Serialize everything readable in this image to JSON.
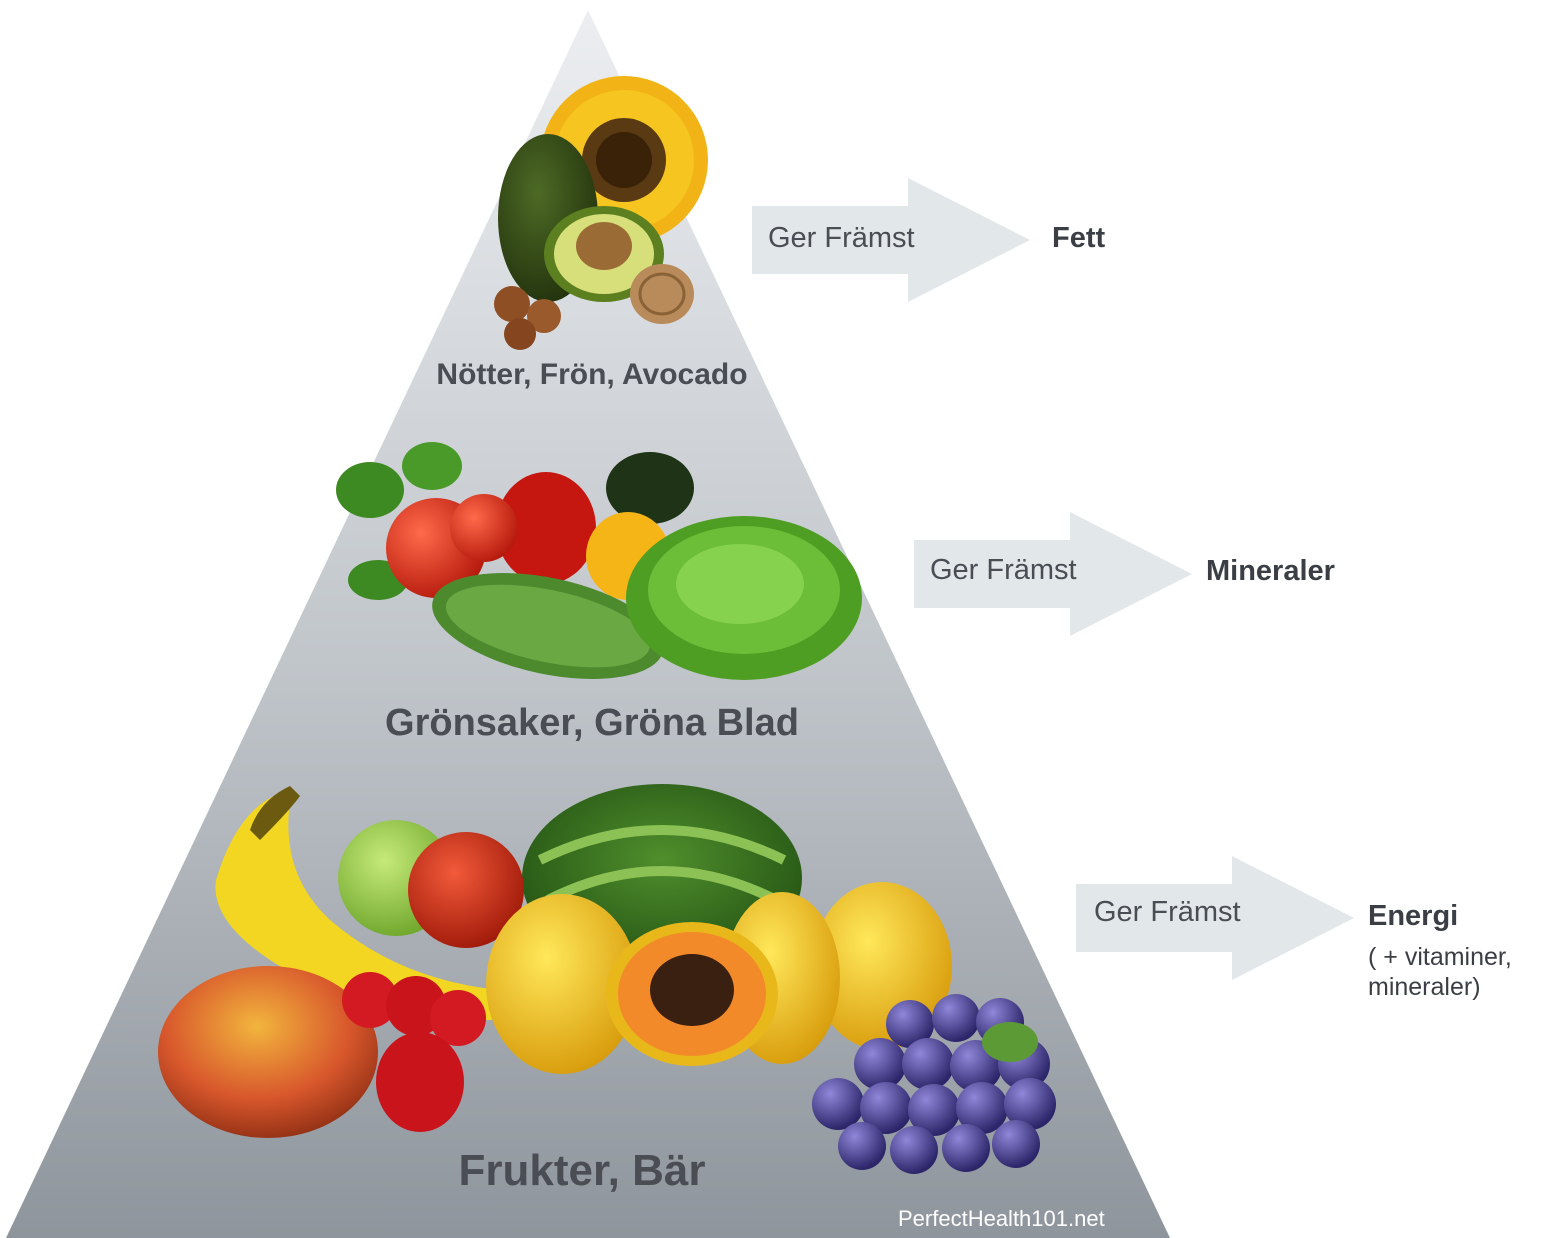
{
  "tiers": [
    {
      "label": "Nötter, Frön, Avocado",
      "illustration": [
        "avocado",
        "sunflower",
        "hazelnut",
        "walnut"
      ]
    },
    {
      "label": "Grönsaker, Gröna Blad",
      "illustration": [
        "tomato",
        "bell-pepper",
        "cucumber",
        "lettuce",
        "parsley"
      ]
    },
    {
      "label": "Frukter, Bär",
      "illustration": [
        "banana",
        "apple",
        "watermelon",
        "papaya",
        "mango",
        "strawberry",
        "grapes"
      ]
    }
  ],
  "arrows": [
    {
      "text": "Ger Främst",
      "nutrient": "Fett",
      "detail": []
    },
    {
      "text": "Ger Främst",
      "nutrient": "Mineraler",
      "detail": []
    },
    {
      "text": "Ger Främst",
      "nutrient": "Energi",
      "detail": [
        "( + vitaminer,",
        "mineraler)"
      ]
    }
  ],
  "credit": "PerfectHealth101.net",
  "colors": {
    "pyramid_top": "#eceef1",
    "pyramid_bottom": "#8e959c",
    "arrow_fill": "#e2e7ea",
    "text_dark": "#4a4e54"
  }
}
